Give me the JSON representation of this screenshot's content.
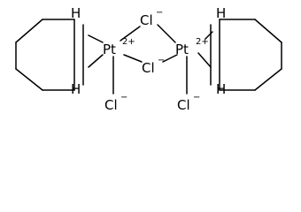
{
  "molecule": {
    "atoms": {
      "pt_left": "Pt",
      "pt_left_charge": "2+",
      "pt_right": "Pt",
      "pt_right_charge": "2+",
      "cl_symbol": "Cl",
      "cl_charge": "−"
    }
  }
}
